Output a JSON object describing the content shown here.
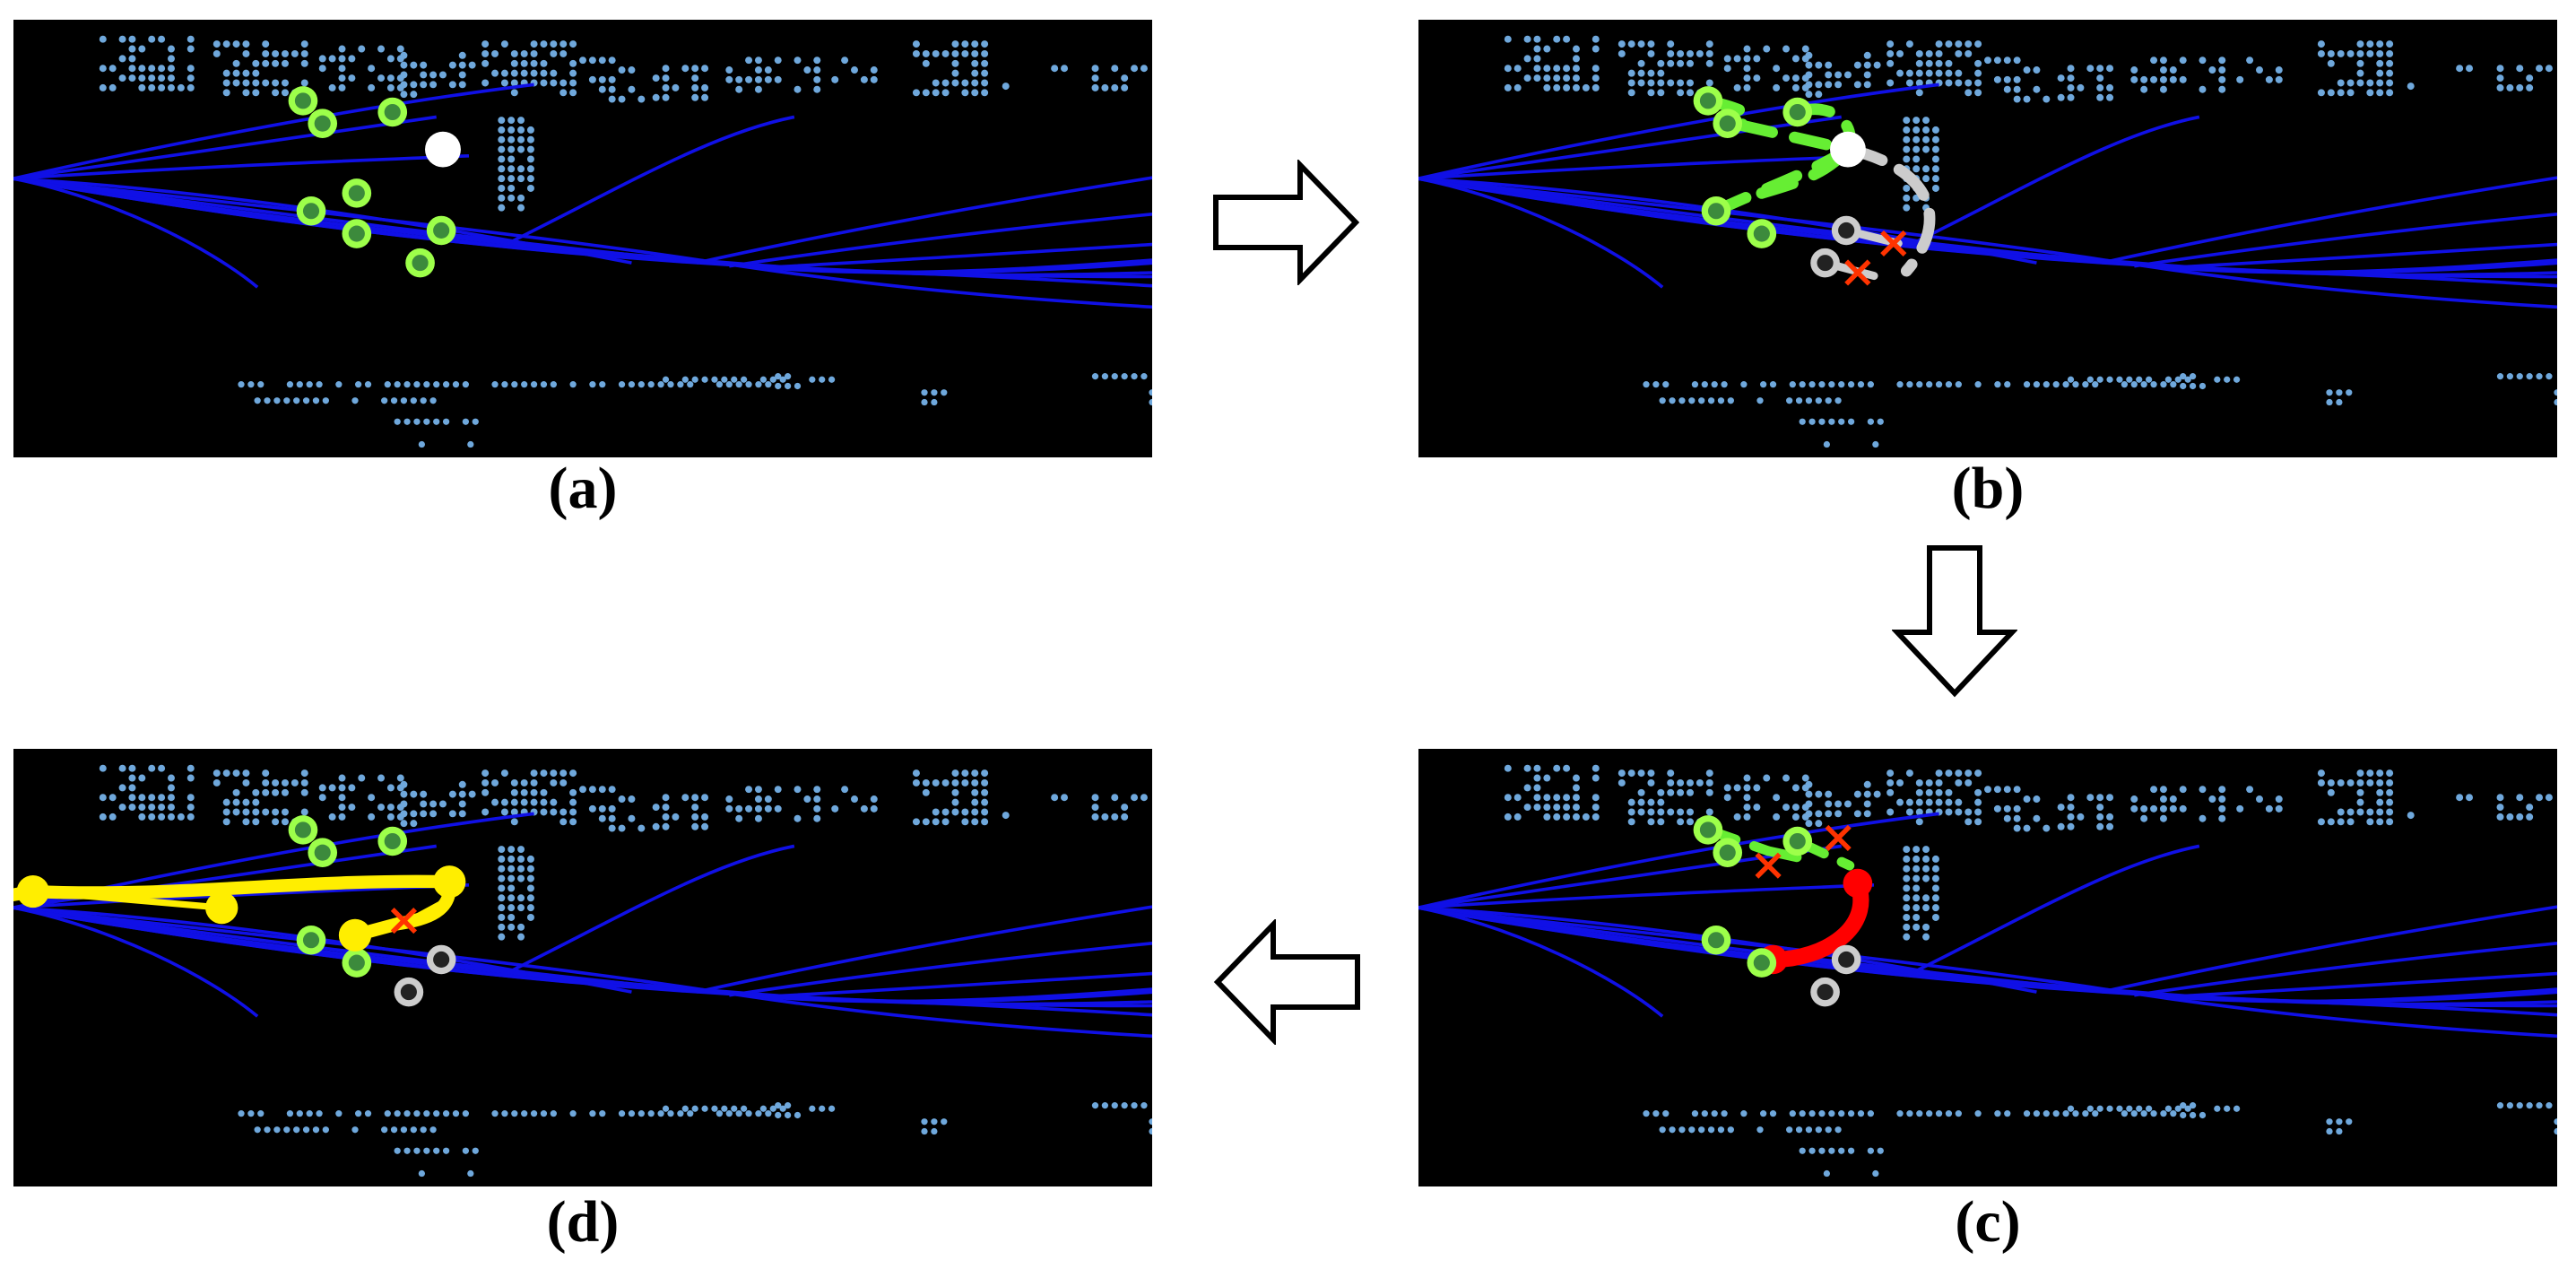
{
  "figure": {
    "captions": {
      "a": "(a)",
      "b": "(b)",
      "c": "(c)",
      "d": "(d)"
    },
    "colors": {
      "background": "#000000",
      "lane": "#1010e6",
      "obstacle": "#6fa8dc",
      "node_fill": "#3c8a3c",
      "node_ring": "#9dff4a",
      "goal_node": "#ffffff",
      "candidate_green": "#66ee33",
      "candidate_gray": "#cccccc",
      "rejected_mark": "#ff3300",
      "selected_red": "#ff0000",
      "final_yellow": "#ffee00",
      "arrow_stroke": "#000000",
      "arrow_fill": "#ffffff"
    },
    "arrows": [
      {
        "from": "a",
        "to": "b",
        "direction": "right"
      },
      {
        "from": "b",
        "to": "c",
        "direction": "down"
      },
      {
        "from": "c",
        "to": "d",
        "direction": "left"
      }
    ]
  }
}
